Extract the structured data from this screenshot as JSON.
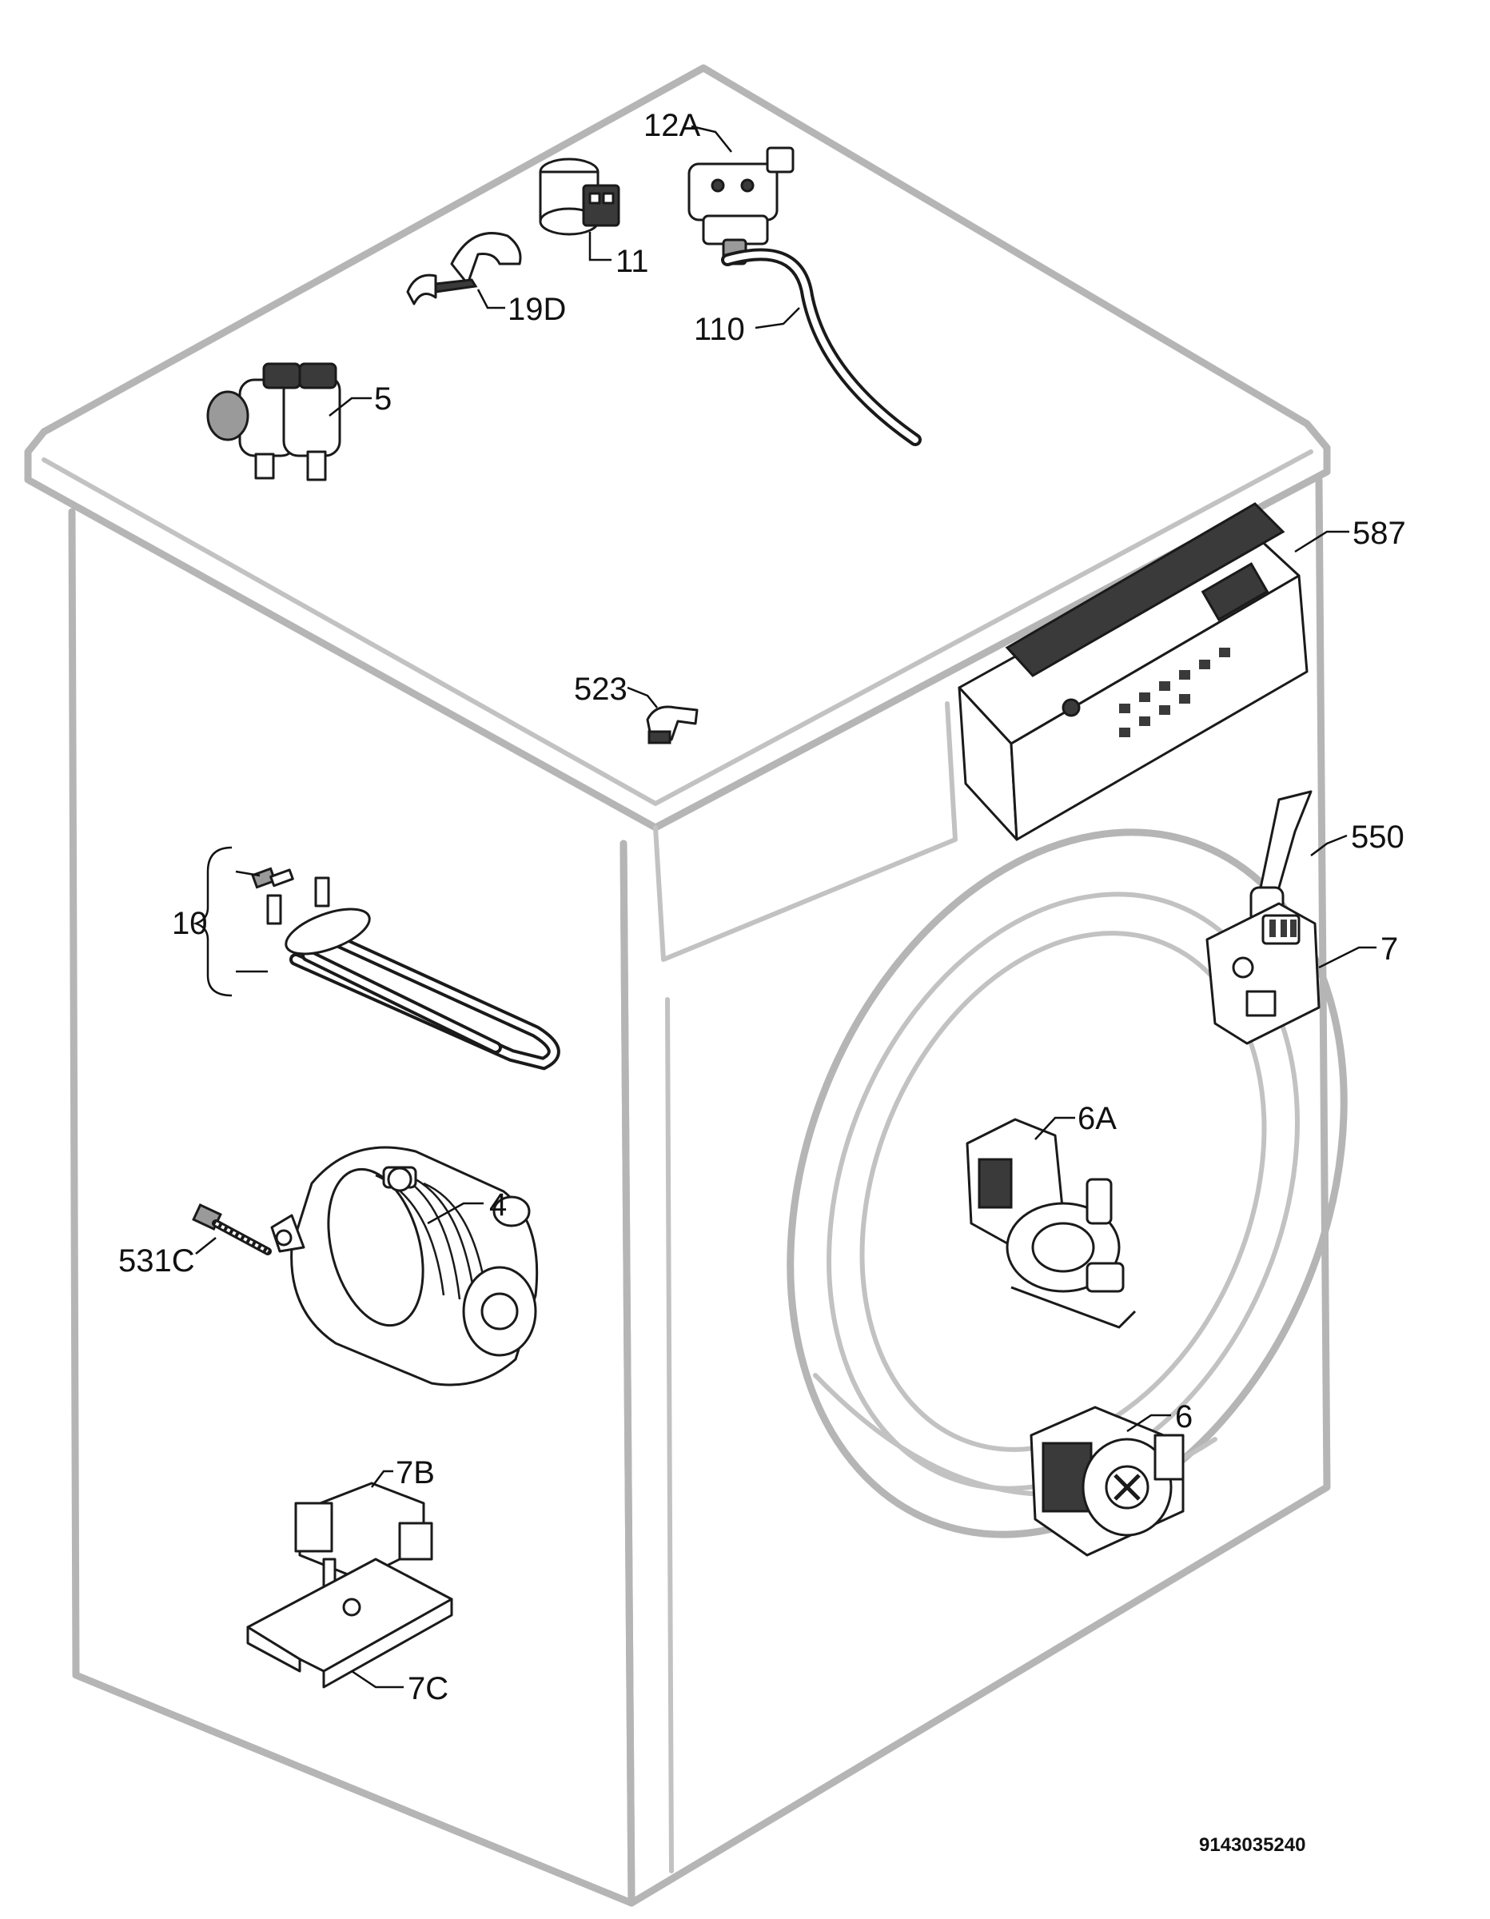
{
  "labels": {
    "p12a": "12A",
    "p11": "11",
    "p19d": "19D",
    "p110": "110",
    "p5": "5",
    "p587": "587",
    "p523": "523",
    "p550": "550",
    "p10": "10",
    "p7": "7",
    "p6a": "6A",
    "p4": "4",
    "p531c": "531C",
    "p6": "6",
    "p7b": "7B",
    "p7c": "7C"
  },
  "reference_number": "9143035240"
}
